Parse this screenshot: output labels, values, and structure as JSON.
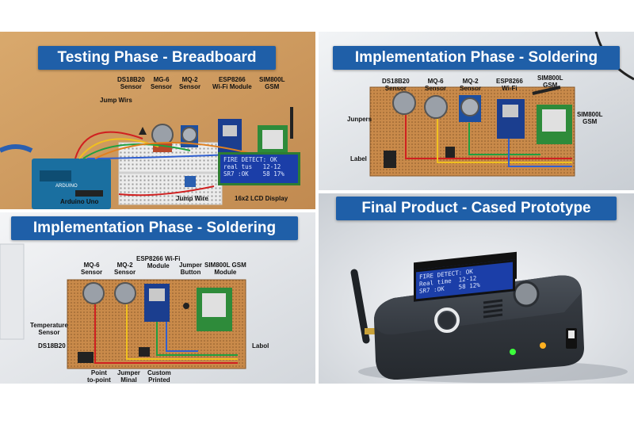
{
  "panels": {
    "top_left": {
      "title": "Testing Phase - Breadboard",
      "labels": {
        "ds18b20": "DS18B20\nSensor",
        "mq6": "MG-6\nSensor",
        "mq2": "MQ-2\nSensor",
        "esp": "ESP8266\nWi-Fi Module",
        "sim": "SIM800L\nGSM",
        "jump_wirs": "Jump Wirs",
        "arduino": "Arduino Uno",
        "jump_wire": "Jump Wire",
        "lcd_display": "16x2 LCD Display"
      },
      "lcd_lines": [
        "FIRE DETECT: OK",
        "real tus   12-12",
        "SR7 :OK    58 17%"
      ]
    },
    "top_right": {
      "title": "Implementation Phase - Soldering",
      "labels": {
        "ds18b20": "DS18B20\nSensor",
        "mq6": "MQ-6\nSensor",
        "mq2": "MQ-2\nSensor",
        "esp": "ESP8266\nWi-Fi",
        "sim_top": "SIM800L\nGSM",
        "sim_side": "SIM800L\nGSM",
        "junpers": "Junpers",
        "label": "Label"
      }
    },
    "bottom_left": {
      "title": "Implementation Phase - Soldering",
      "labels": {
        "mq6": "MQ-6\nSensor",
        "mq2": "MQ-2\nSensor",
        "esp": "ESP8266 Wi-Fi\nModule",
        "jumper_button": "Jumper\nButton",
        "sim": "SIM800L GSM\nModule",
        "temp": "Temperature\nSensor",
        "ds18b20": "DS18B20",
        "labol": "Labol",
        "point": "Point\nto-point",
        "jumper_minal": "Jumper\nMinal",
        "custom": "Custom\nPrinted"
      }
    },
    "bottom_right": {
      "title": "Final Product - Cased Prototype",
      "lcd_lines": [
        "FIRE DETECT: OK",
        "Real time  12-12",
        "SR7 :OK    58 12%"
      ]
    }
  },
  "colors": {
    "banner": "#1f5fa8",
    "perfboard": "#c98a4a",
    "breadboard": "#eeeeee",
    "arduino": "#1a6fa0",
    "esp": "#1b3e8f",
    "sim": "#2e8b3a",
    "lcd": "#1b3ea8",
    "case": "#3c4148",
    "led_green": "#3cff3c",
    "led_amber": "#ffb020"
  }
}
